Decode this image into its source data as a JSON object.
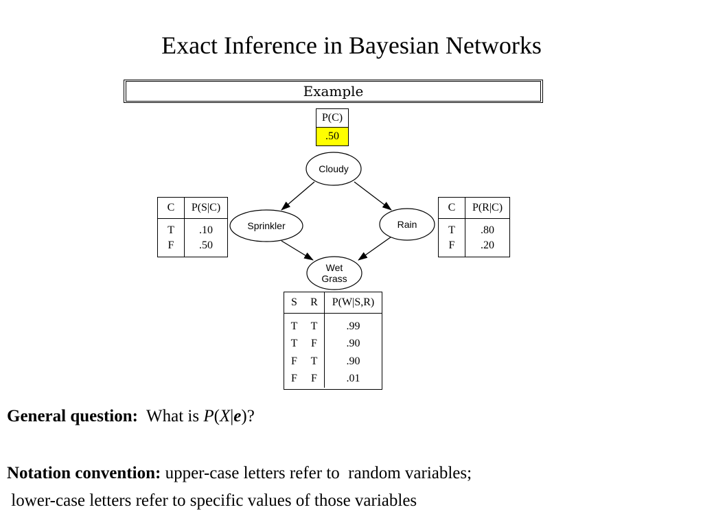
{
  "title": "Exact Inference in Bayesian Networks",
  "example_label": "Example",
  "nodes": {
    "cloudy": "Cloudy",
    "sprinkler": "Sprinkler",
    "rain": "Rain",
    "wet_grass_line1": "Wet",
    "wet_grass_line2": "Grass"
  },
  "cpt_cloudy": {
    "header": "P(C)",
    "value": ".50",
    "highlight_color": "#ffff00"
  },
  "cpt_sprinkler": {
    "headers": [
      "C",
      "P(S|C)"
    ],
    "rows": [
      [
        "T",
        ".10"
      ],
      [
        "F",
        ".50"
      ]
    ]
  },
  "cpt_rain": {
    "headers": [
      "C",
      "P(R|C)"
    ],
    "rows": [
      [
        "T",
        ".80"
      ],
      [
        "F",
        ".20"
      ]
    ]
  },
  "cpt_wetgrass": {
    "headers": [
      "S",
      "R",
      "P(W|S,R)"
    ],
    "rows": [
      [
        "T",
        "T",
        ".99"
      ],
      [
        "T",
        "F",
        ".90"
      ],
      [
        "F",
        "T",
        ".90"
      ],
      [
        "F",
        "F",
        ".01"
      ]
    ]
  },
  "question": {
    "label": "General question:",
    "text_before": "What is ",
    "p": "P",
    "open": "(",
    "x": "X",
    "bar": "|",
    "e": "e",
    "close": ")?"
  },
  "notation": {
    "label": "Notation convention:",
    "text": " upper-case letters refer to  random variables;",
    "line2": " lower-case letters refer to specific values of those variables"
  }
}
